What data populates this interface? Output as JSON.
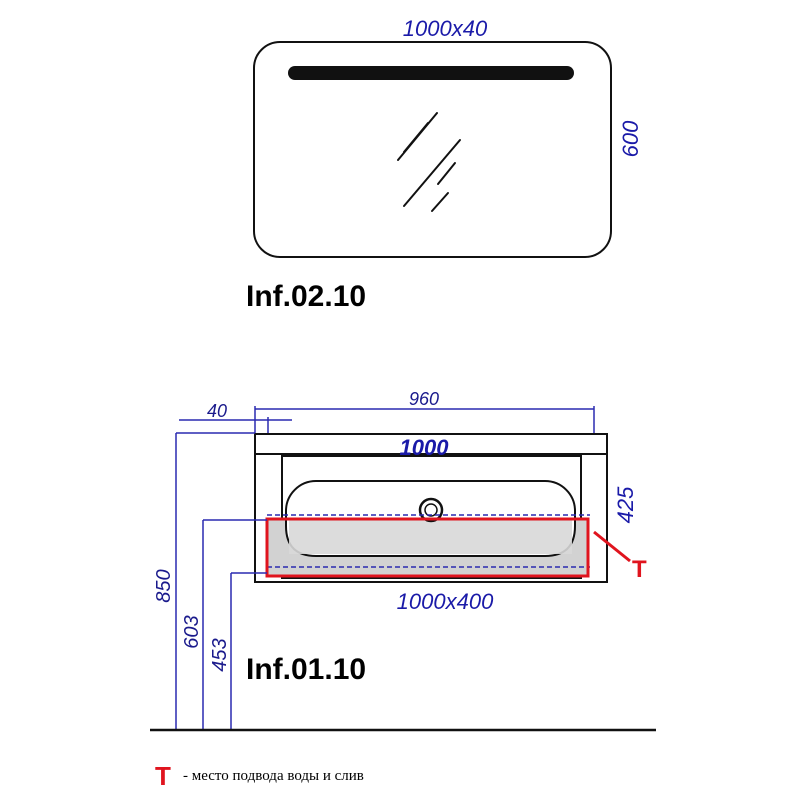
{
  "mirror": {
    "width_label": "1000x40",
    "height_label": "600",
    "model": "Inf.02.10"
  },
  "cabinet": {
    "dim_40": "40",
    "dim_960": "960",
    "dim_1000": "1000",
    "dim_425": "425",
    "dim_850": "850",
    "dim_603": "603",
    "dim_453": "453",
    "bottom_label": "1000x400",
    "model": "Inf.01.10",
    "t_mark": "T"
  },
  "legend": {
    "mark": "T",
    "text": "- место подвода воды и слив"
  },
  "colors": {
    "dimension_blue": "#1a1aa8",
    "connection_red": "#e0141e",
    "outline": "#111111"
  }
}
